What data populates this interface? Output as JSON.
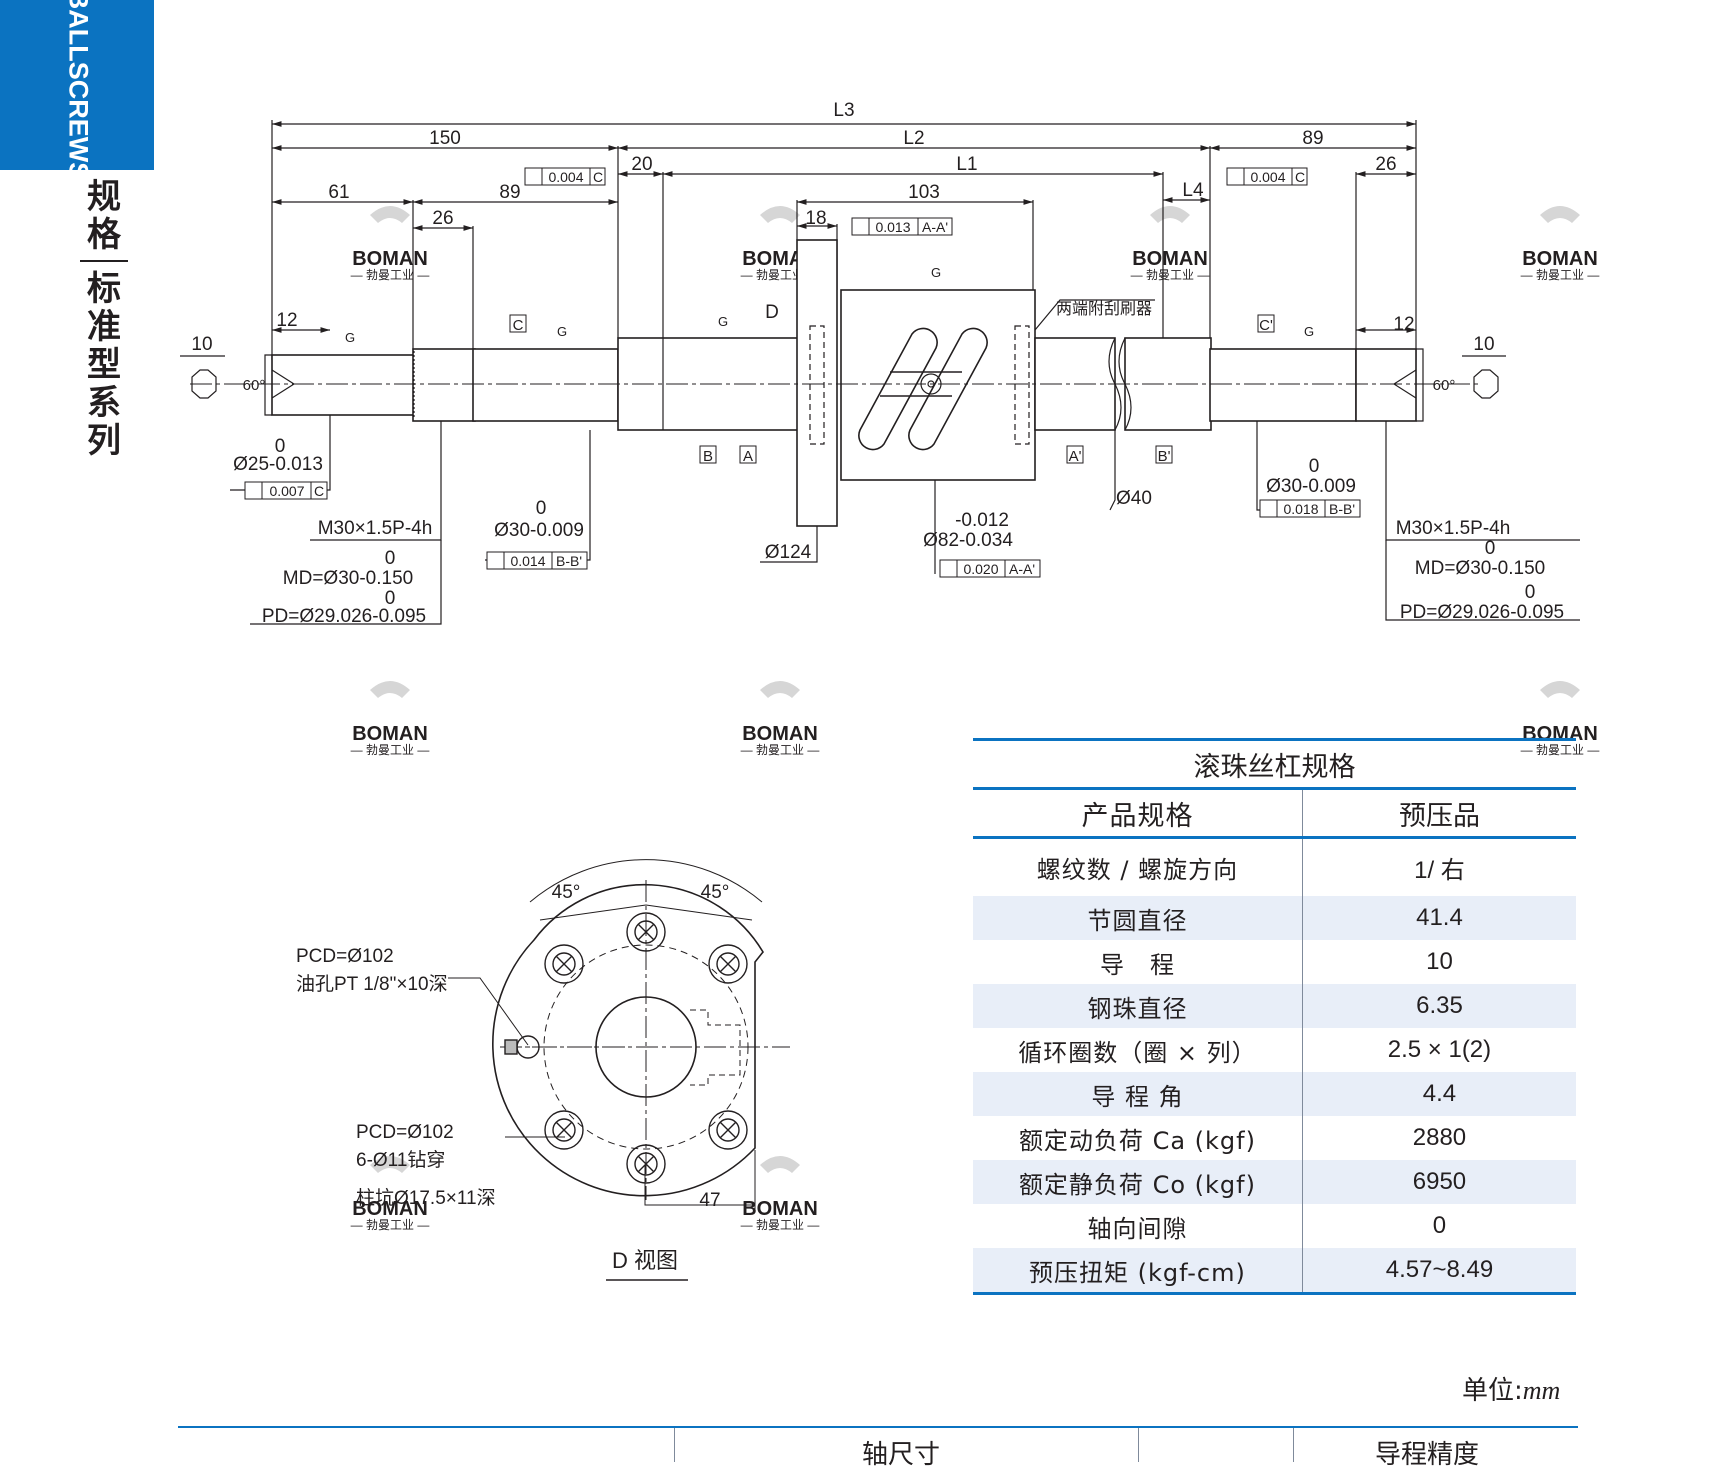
{
  "sidebar": {
    "tab_text": "BALLSCREWS",
    "title": [
      "规格",
      "标准型系列"
    ]
  },
  "watermark": {
    "brand": "BOMAN",
    "sub": "— 勃曼工业 —"
  },
  "drawing": {
    "overall": {
      "l3": "L3",
      "l2": "L2",
      "l1": "L1",
      "l4": "L4",
      "left_end": "150",
      "right_end": "89"
    },
    "left_shaft": {
      "d61": "61",
      "d89": "89",
      "d26": "26",
      "d12": "12",
      "d10": "10",
      "d20": "20",
      "angle": "60°",
      "zero": "0",
      "dia_end": "Ø25-0.013",
      "concentricity": "0.007",
      "datum_c": "C",
      "thread": "M30×1.5P-4h",
      "md": "MD=Ø30-0.150",
      "pd": "PD=Ø29.026-0.095",
      "bearing_dia": "Ø30-0.009",
      "runout": "0.014",
      "datum_bb": "B-B'",
      "perp": "0.004"
    },
    "nut": {
      "d103": "103",
      "d18": "18",
      "perp": "0.013",
      "datum_aa": "A-A'",
      "view_mark": "D",
      "flange_dia": "Ø124",
      "tol_upper": "-0.012",
      "body_dia": "Ø82-0.034",
      "runout": "0.020",
      "wiper_note": "两端附刮刷器",
      "datum_a": "A",
      "datum_b": "B",
      "grind": "G"
    },
    "right_shaft": {
      "d26": "26",
      "d12": "12",
      "d10": "10",
      "angle": "60°",
      "zero": "0",
      "bearing_dia": "Ø30-0.009",
      "runout": "0.018",
      "datum_bb": "B-B'",
      "datum_c": "C'",
      "perp": "0.004",
      "thread": "M30×1.5P-4h",
      "md": "MD=Ø30-0.150",
      "pd": "PD=Ø29.026-0.095",
      "shaft_dia": "Ø40",
      "datum_a": "A'",
      "datum_b": "B'"
    },
    "d_view": {
      "angle_left": "45°",
      "angle_right": "45°",
      "pcd_oil": "PCD=Ø102",
      "oil_hole": "油孔PT 1/8\"×10深",
      "pcd_holes": "PCD=Ø102",
      "holes": "6-Ø11钻穿",
      "counterbore": "柱坑Ø17.5×11深",
      "flat": "47",
      "caption": "D 视图"
    }
  },
  "spec_table": {
    "caption": "滚珠丝杠规格",
    "header": {
      "label": "产品规格",
      "value": "预压品"
    },
    "rows": [
      {
        "label": "螺纹数 / 螺旋方向",
        "value": "1/ 右"
      },
      {
        "label": "节圆直径",
        "value": "41.4"
      },
      {
        "label": "导　程",
        "value": "10"
      },
      {
        "label": "钢珠直径",
        "value": "6.35"
      },
      {
        "label": "循环圈数（圈 × 列）",
        "value": "2.5 × 1(2)"
      },
      {
        "label": "导 程 角",
        "value": "4.4"
      },
      {
        "label": "额定动负荷 Ca (kgf)",
        "value": "2880"
      },
      {
        "label": "额定静负荷 Co (kgf)",
        "value": "6950"
      },
      {
        "label": "轴向间隙",
        "value": "0"
      },
      {
        "label": "预压扭矩 (kgf-cm)",
        "value": "4.57~8.49"
      }
    ]
  },
  "unit": {
    "label": "单位:",
    "unit": "mm"
  },
  "bottom_header": {
    "shaft": "轴尺寸",
    "lead": "导程精度"
  },
  "colors": {
    "accent": "#0b73c1",
    "row_alt": "#e8eef8",
    "ink": "#231f20"
  }
}
